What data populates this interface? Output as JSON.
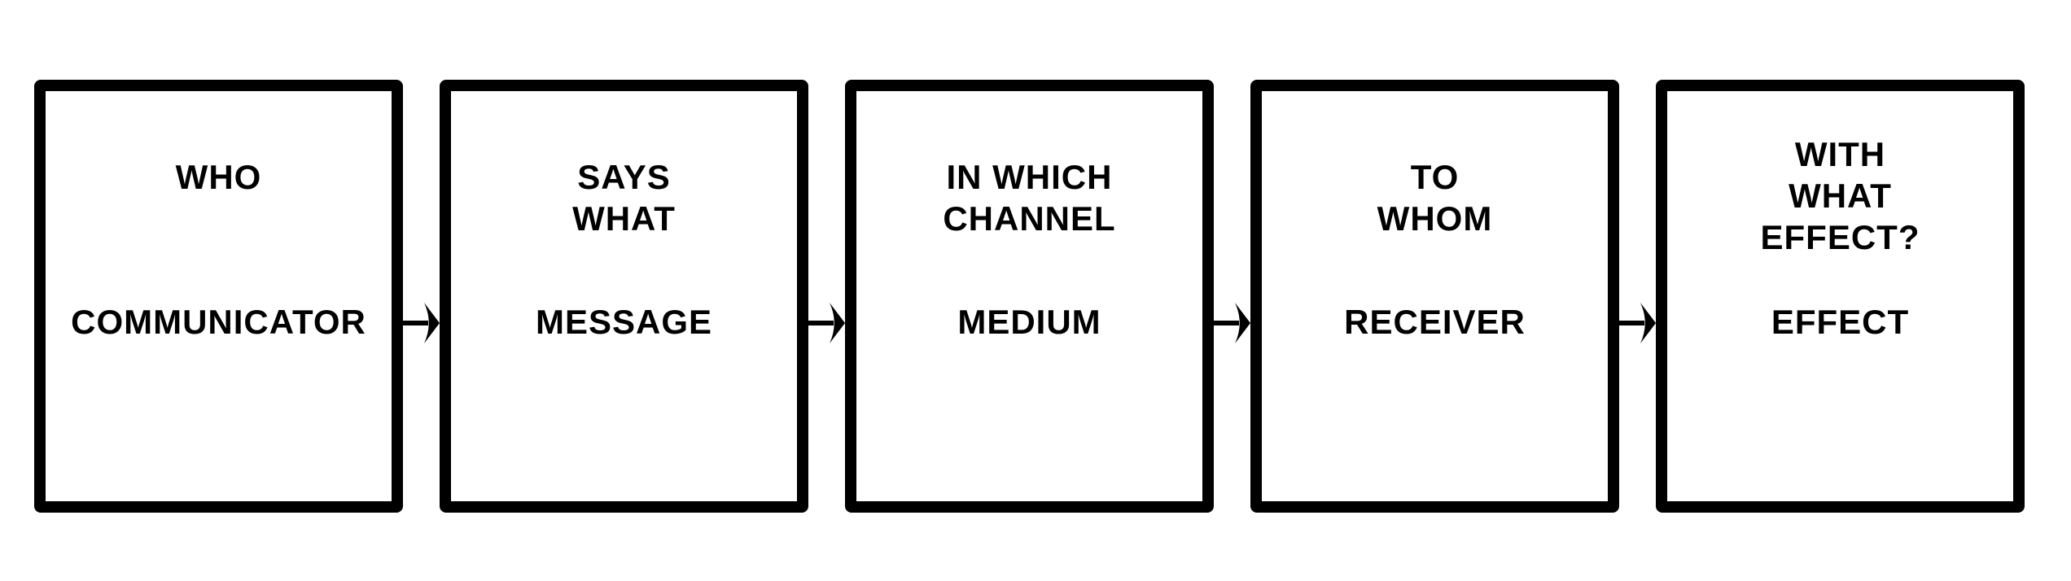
{
  "diagram": {
    "colors": {
      "ink": "#000000",
      "background": "#ffffff"
    },
    "boxes": [
      {
        "question": "WHO",
        "term": "COMMUNICATOR"
      },
      {
        "question": "SAYS\nWHAT",
        "term": "MESSAGE"
      },
      {
        "question": "IN WHICH\nCHANNEL",
        "term": "MEDIUM"
      },
      {
        "question": "TO\nWHOM",
        "term": "RECEIVER"
      },
      {
        "question": "WITH\nWHAT\nEFFECT?",
        "term": "EFFECT"
      }
    ],
    "arrows": [
      {
        "direction": "right"
      },
      {
        "direction": "right"
      },
      {
        "direction": "right"
      },
      {
        "direction": "right"
      }
    ]
  }
}
